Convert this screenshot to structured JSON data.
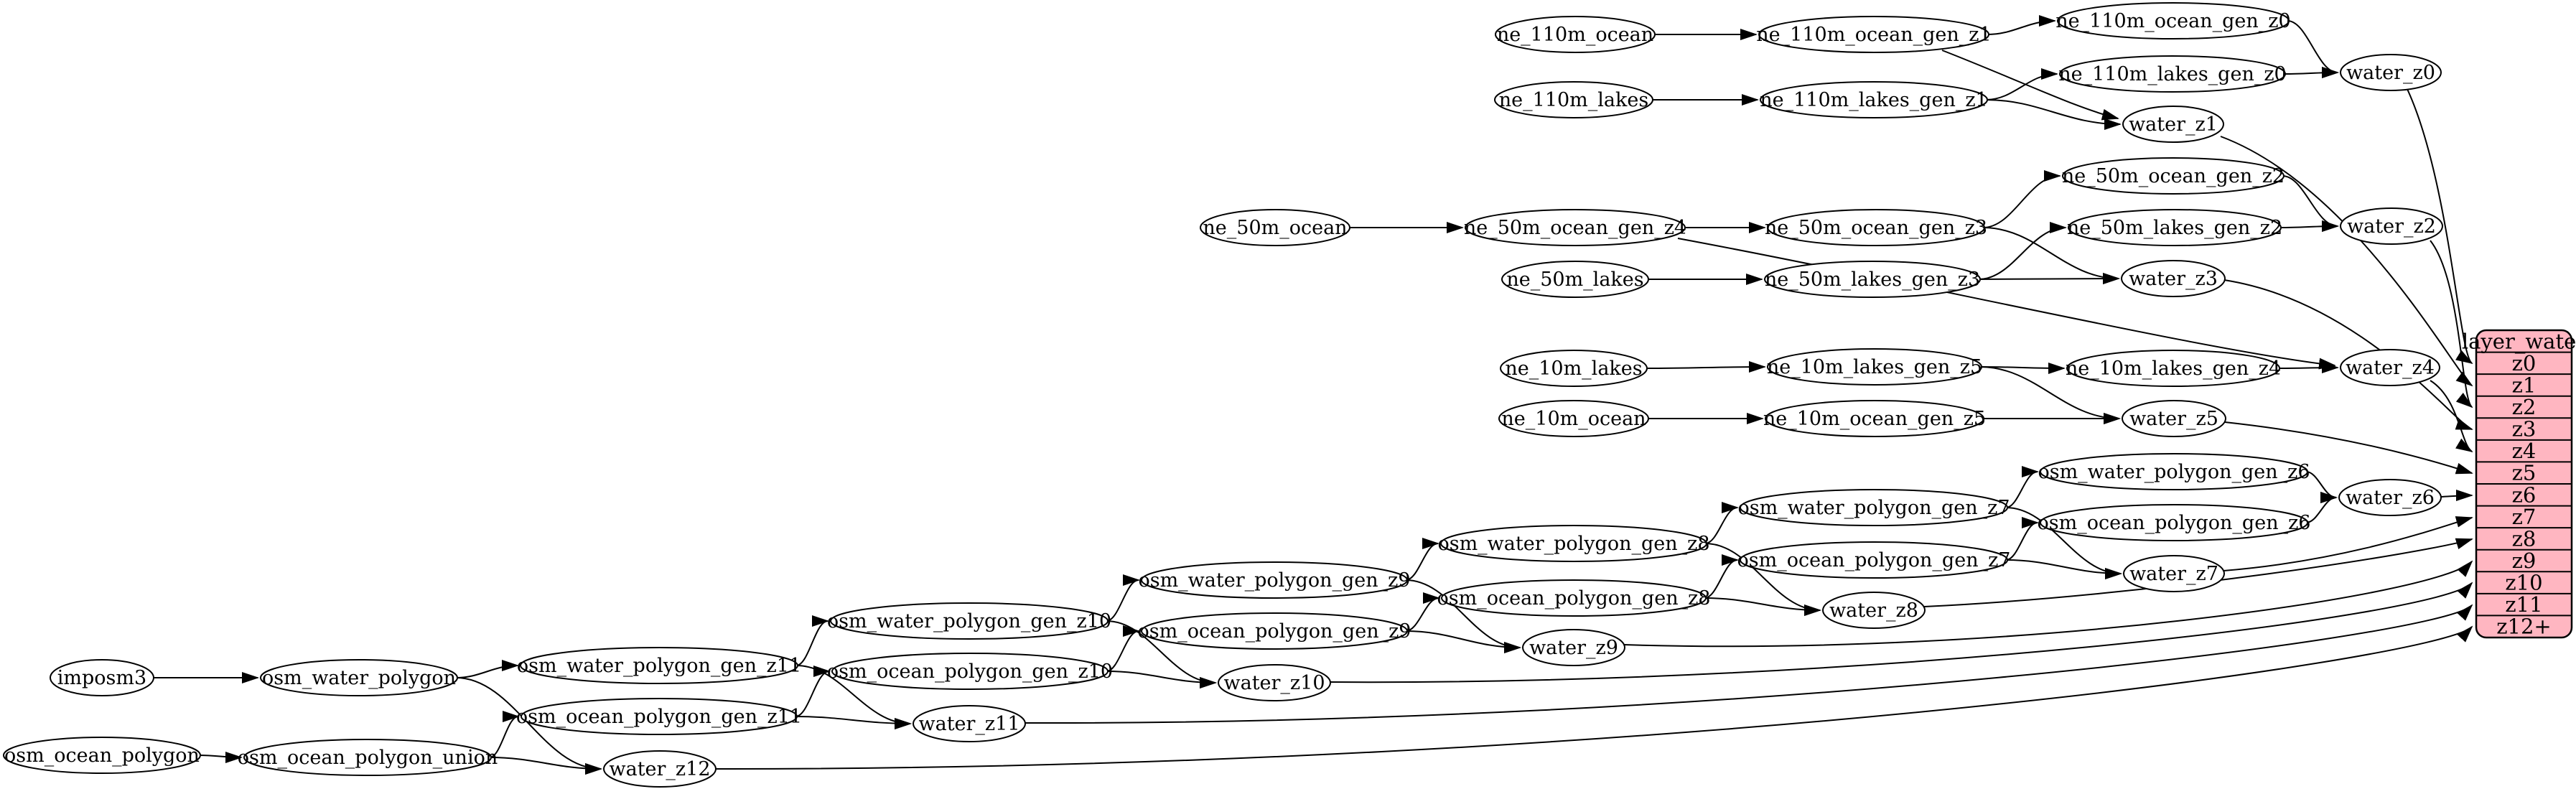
{
  "diagram": {
    "colors": {
      "background": "#ffffff",
      "node_fill": "#ffffff",
      "node_border": "#000000",
      "edge": "#000000",
      "text": "#000000",
      "table_fill": "#ffb6c1",
      "table_border": "#000000"
    },
    "nodes": [
      {
        "id": "ne_110m_ocean",
        "label": "ne_110m_ocean"
      },
      {
        "id": "ne_110m_ocean_gen_z1",
        "label": "ne_110m_ocean_gen_z1"
      },
      {
        "id": "ne_110m_ocean_gen_z0",
        "label": "ne_110m_ocean_gen_z0"
      },
      {
        "id": "ne_110m_lakes",
        "label": "ne_110m_lakes"
      },
      {
        "id": "ne_110m_lakes_gen_z1",
        "label": "ne_110m_lakes_gen_z1"
      },
      {
        "id": "ne_110m_lakes_gen_z0",
        "label": "ne_110m_lakes_gen_z0"
      },
      {
        "id": "water_z0",
        "label": "water_z0"
      },
      {
        "id": "water_z1",
        "label": "water_z1"
      },
      {
        "id": "ne_50m_ocean",
        "label": "ne_50m_ocean"
      },
      {
        "id": "ne_50m_ocean_gen_z4",
        "label": "ne_50m_ocean_gen_z4"
      },
      {
        "id": "ne_50m_ocean_gen_z3",
        "label": "ne_50m_ocean_gen_z3"
      },
      {
        "id": "ne_50m_ocean_gen_z2",
        "label": "ne_50m_ocean_gen_z2"
      },
      {
        "id": "ne_50m_lakes",
        "label": "ne_50m_lakes"
      },
      {
        "id": "ne_50m_lakes_gen_z3",
        "label": "ne_50m_lakes_gen_z3"
      },
      {
        "id": "ne_50m_lakes_gen_z2",
        "label": "ne_50m_lakes_gen_z2"
      },
      {
        "id": "water_z2",
        "label": "water_z2"
      },
      {
        "id": "water_z3",
        "label": "water_z3"
      },
      {
        "id": "ne_10m_lakes",
        "label": "ne_10m_lakes"
      },
      {
        "id": "ne_10m_lakes_gen_z5",
        "label": "ne_10m_lakes_gen_z5"
      },
      {
        "id": "ne_10m_lakes_gen_z4",
        "label": "ne_10m_lakes_gen_z4"
      },
      {
        "id": "water_z4",
        "label": "water_z4"
      },
      {
        "id": "ne_10m_ocean",
        "label": "ne_10m_ocean"
      },
      {
        "id": "ne_10m_ocean_gen_z5",
        "label": "ne_10m_ocean_gen_z5"
      },
      {
        "id": "water_z5",
        "label": "water_z5"
      },
      {
        "id": "osm_water_polygon_gen_z6",
        "label": "osm_water_polygon_gen_z6"
      },
      {
        "id": "osm_ocean_polygon_gen_z6",
        "label": "osm_ocean_polygon_gen_z6"
      },
      {
        "id": "water_z6",
        "label": "water_z6"
      },
      {
        "id": "osm_water_polygon_gen_z7",
        "label": "osm_water_polygon_gen_z7"
      },
      {
        "id": "osm_ocean_polygon_gen_z7",
        "label": "osm_ocean_polygon_gen_z7"
      },
      {
        "id": "water_z7",
        "label": "water_z7"
      },
      {
        "id": "osm_water_polygon_gen_z8",
        "label": "osm_water_polygon_gen_z8"
      },
      {
        "id": "osm_ocean_polygon_gen_z8",
        "label": "osm_ocean_polygon_gen_z8"
      },
      {
        "id": "water_z8",
        "label": "water_z8"
      },
      {
        "id": "osm_water_polygon_gen_z9",
        "label": "osm_water_polygon_gen_z9"
      },
      {
        "id": "osm_ocean_polygon_gen_z9",
        "label": "osm_ocean_polygon_gen_z9"
      },
      {
        "id": "water_z9",
        "label": "water_z9"
      },
      {
        "id": "osm_water_polygon_gen_z10",
        "label": "osm_water_polygon_gen_z10"
      },
      {
        "id": "osm_ocean_polygon_gen_z10",
        "label": "osm_ocean_polygon_gen_z10"
      },
      {
        "id": "water_z10",
        "label": "water_z10"
      },
      {
        "id": "osm_water_polygon_gen_z11",
        "label": "osm_water_polygon_gen_z11"
      },
      {
        "id": "osm_ocean_polygon_gen_z11",
        "label": "osm_ocean_polygon_gen_z11"
      },
      {
        "id": "water_z11",
        "label": "water_z11"
      },
      {
        "id": "water_z12",
        "label": "water_z12"
      },
      {
        "id": "osm_water_polygon",
        "label": "osm_water_polygon"
      },
      {
        "id": "osm_ocean_polygon_union",
        "label": "osm_ocean_polygon_union"
      },
      {
        "id": "imposm3",
        "label": "imposm3"
      },
      {
        "id": "osm_ocean_polygon",
        "label": "osm_ocean_polygon"
      }
    ],
    "edges": [
      {
        "from": "ne_110m_ocean",
        "to": "ne_110m_ocean_gen_z1"
      },
      {
        "from": "ne_110m_lakes",
        "to": "ne_110m_lakes_gen_z1"
      },
      {
        "from": "ne_110m_ocean_gen_z1",
        "to": "ne_110m_ocean_gen_z0"
      },
      {
        "from": "ne_110m_ocean_gen_z1",
        "to": "water_z1"
      },
      {
        "from": "ne_110m_lakes_gen_z1",
        "to": "ne_110m_lakes_gen_z0"
      },
      {
        "from": "ne_110m_lakes_gen_z1",
        "to": "water_z1"
      },
      {
        "from": "ne_110m_ocean_gen_z0",
        "to": "water_z0"
      },
      {
        "from": "ne_110m_lakes_gen_z0",
        "to": "water_z0"
      },
      {
        "from": "water_z0",
        "to": "layer_water:z0"
      },
      {
        "from": "water_z1",
        "to": "layer_water:z1"
      },
      {
        "from": "ne_50m_ocean",
        "to": "ne_50m_ocean_gen_z4"
      },
      {
        "from": "ne_50m_ocean_gen_z4",
        "to": "ne_50m_ocean_gen_z3"
      },
      {
        "from": "ne_50m_ocean_gen_z4",
        "to": "water_z4"
      },
      {
        "from": "ne_50m_lakes",
        "to": "ne_50m_lakes_gen_z3"
      },
      {
        "from": "ne_50m_ocean_gen_z3",
        "to": "ne_50m_ocean_gen_z2"
      },
      {
        "from": "ne_50m_ocean_gen_z3",
        "to": "water_z3"
      },
      {
        "from": "ne_50m_lakes_gen_z3",
        "to": "ne_50m_lakes_gen_z2"
      },
      {
        "from": "ne_50m_lakes_gen_z3",
        "to": "water_z3"
      },
      {
        "from": "ne_50m_ocean_gen_z2",
        "to": "water_z2"
      },
      {
        "from": "ne_50m_lakes_gen_z2",
        "to": "water_z2"
      },
      {
        "from": "water_z2",
        "to": "layer_water:z2"
      },
      {
        "from": "water_z3",
        "to": "layer_water:z3"
      },
      {
        "from": "ne_10m_lakes",
        "to": "ne_10m_lakes_gen_z5"
      },
      {
        "from": "ne_10m_lakes_gen_z5",
        "to": "ne_10m_lakes_gen_z4"
      },
      {
        "from": "ne_10m_lakes_gen_z5",
        "to": "water_z5"
      },
      {
        "from": "ne_10m_lakes_gen_z4",
        "to": "water_z4"
      },
      {
        "from": "water_z4",
        "to": "layer_water:z4"
      },
      {
        "from": "ne_10m_ocean",
        "to": "ne_10m_ocean_gen_z5"
      },
      {
        "from": "ne_10m_ocean_gen_z5",
        "to": "water_z5"
      },
      {
        "from": "water_z5",
        "to": "layer_water:z5"
      },
      {
        "from": "imposm3",
        "to": "osm_water_polygon"
      },
      {
        "from": "osm_ocean_polygon",
        "to": "osm_ocean_polygon_union"
      },
      {
        "from": "osm_water_polygon",
        "to": "osm_water_polygon_gen_z11"
      },
      {
        "from": "osm_water_polygon",
        "to": "water_z12"
      },
      {
        "from": "osm_ocean_polygon_union",
        "to": "osm_ocean_polygon_gen_z11"
      },
      {
        "from": "osm_ocean_polygon_union",
        "to": "water_z12"
      },
      {
        "from": "osm_water_polygon_gen_z11",
        "to": "osm_water_polygon_gen_z10"
      },
      {
        "from": "osm_water_polygon_gen_z11",
        "to": "water_z11"
      },
      {
        "from": "osm_ocean_polygon_gen_z11",
        "to": "osm_ocean_polygon_gen_z10"
      },
      {
        "from": "osm_ocean_polygon_gen_z11",
        "to": "water_z11"
      },
      {
        "from": "osm_water_polygon_gen_z10",
        "to": "osm_water_polygon_gen_z9"
      },
      {
        "from": "osm_water_polygon_gen_z10",
        "to": "water_z10"
      },
      {
        "from": "osm_ocean_polygon_gen_z10",
        "to": "osm_ocean_polygon_gen_z9"
      },
      {
        "from": "osm_ocean_polygon_gen_z10",
        "to": "water_z10"
      },
      {
        "from": "osm_water_polygon_gen_z9",
        "to": "osm_water_polygon_gen_z8"
      },
      {
        "from": "osm_water_polygon_gen_z9",
        "to": "water_z9"
      },
      {
        "from": "osm_ocean_polygon_gen_z9",
        "to": "osm_ocean_polygon_gen_z8"
      },
      {
        "from": "osm_ocean_polygon_gen_z9",
        "to": "water_z9"
      },
      {
        "from": "osm_water_polygon_gen_z8",
        "to": "osm_water_polygon_gen_z7"
      },
      {
        "from": "osm_water_polygon_gen_z8",
        "to": "water_z8"
      },
      {
        "from": "osm_ocean_polygon_gen_z8",
        "to": "osm_ocean_polygon_gen_z7"
      },
      {
        "from": "osm_ocean_polygon_gen_z8",
        "to": "water_z8"
      },
      {
        "from": "osm_water_polygon_gen_z7",
        "to": "osm_water_polygon_gen_z6"
      },
      {
        "from": "osm_water_polygon_gen_z7",
        "to": "water_z7"
      },
      {
        "from": "osm_ocean_polygon_gen_z7",
        "to": "osm_ocean_polygon_gen_z6"
      },
      {
        "from": "osm_ocean_polygon_gen_z7",
        "to": "water_z7"
      },
      {
        "from": "osm_water_polygon_gen_z6",
        "to": "water_z6"
      },
      {
        "from": "osm_ocean_polygon_gen_z6",
        "to": "water_z6"
      },
      {
        "from": "water_z6",
        "to": "layer_water:z6"
      },
      {
        "from": "water_z7",
        "to": "layer_water:z7"
      },
      {
        "from": "water_z8",
        "to": "layer_water:z8"
      },
      {
        "from": "water_z9",
        "to": "layer_water:z9"
      },
      {
        "from": "water_z10",
        "to": "layer_water:z10"
      },
      {
        "from": "water_z11",
        "to": "layer_water:z11"
      },
      {
        "from": "water_z12",
        "to": "layer_water:z12+"
      }
    ],
    "table": {
      "id": "layer_water",
      "header": "layer_water",
      "rows": [
        "z0",
        "z1",
        "z2",
        "z3",
        "z4",
        "z5",
        "z6",
        "z7",
        "z8",
        "z9",
        "z10",
        "z11",
        "z12+"
      ]
    }
  }
}
